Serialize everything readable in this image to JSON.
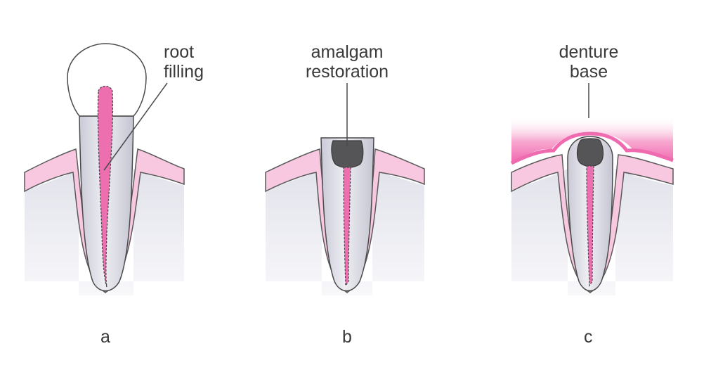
{
  "panels": [
    {
      "letter": "a",
      "label_line1": "root",
      "label_line2": "filling"
    },
    {
      "letter": "b",
      "label_line1": "amalgam",
      "label_line2": "restoration"
    },
    {
      "letter": "c",
      "label_line1": "denture",
      "label_line2": "base"
    }
  ],
  "colors": {
    "gum": "#f7c8e0",
    "gum_stroke": "#5a5a5a",
    "bone_top": "#e4e4ec",
    "bone_bottom": "#f6f6fa",
    "dentine": "#d6d7e0",
    "pulp_filling": "#ee6fb0",
    "amalgam": "#555557",
    "denture_base": "#f27cb7",
    "outline": "#4a4a4a"
  }
}
